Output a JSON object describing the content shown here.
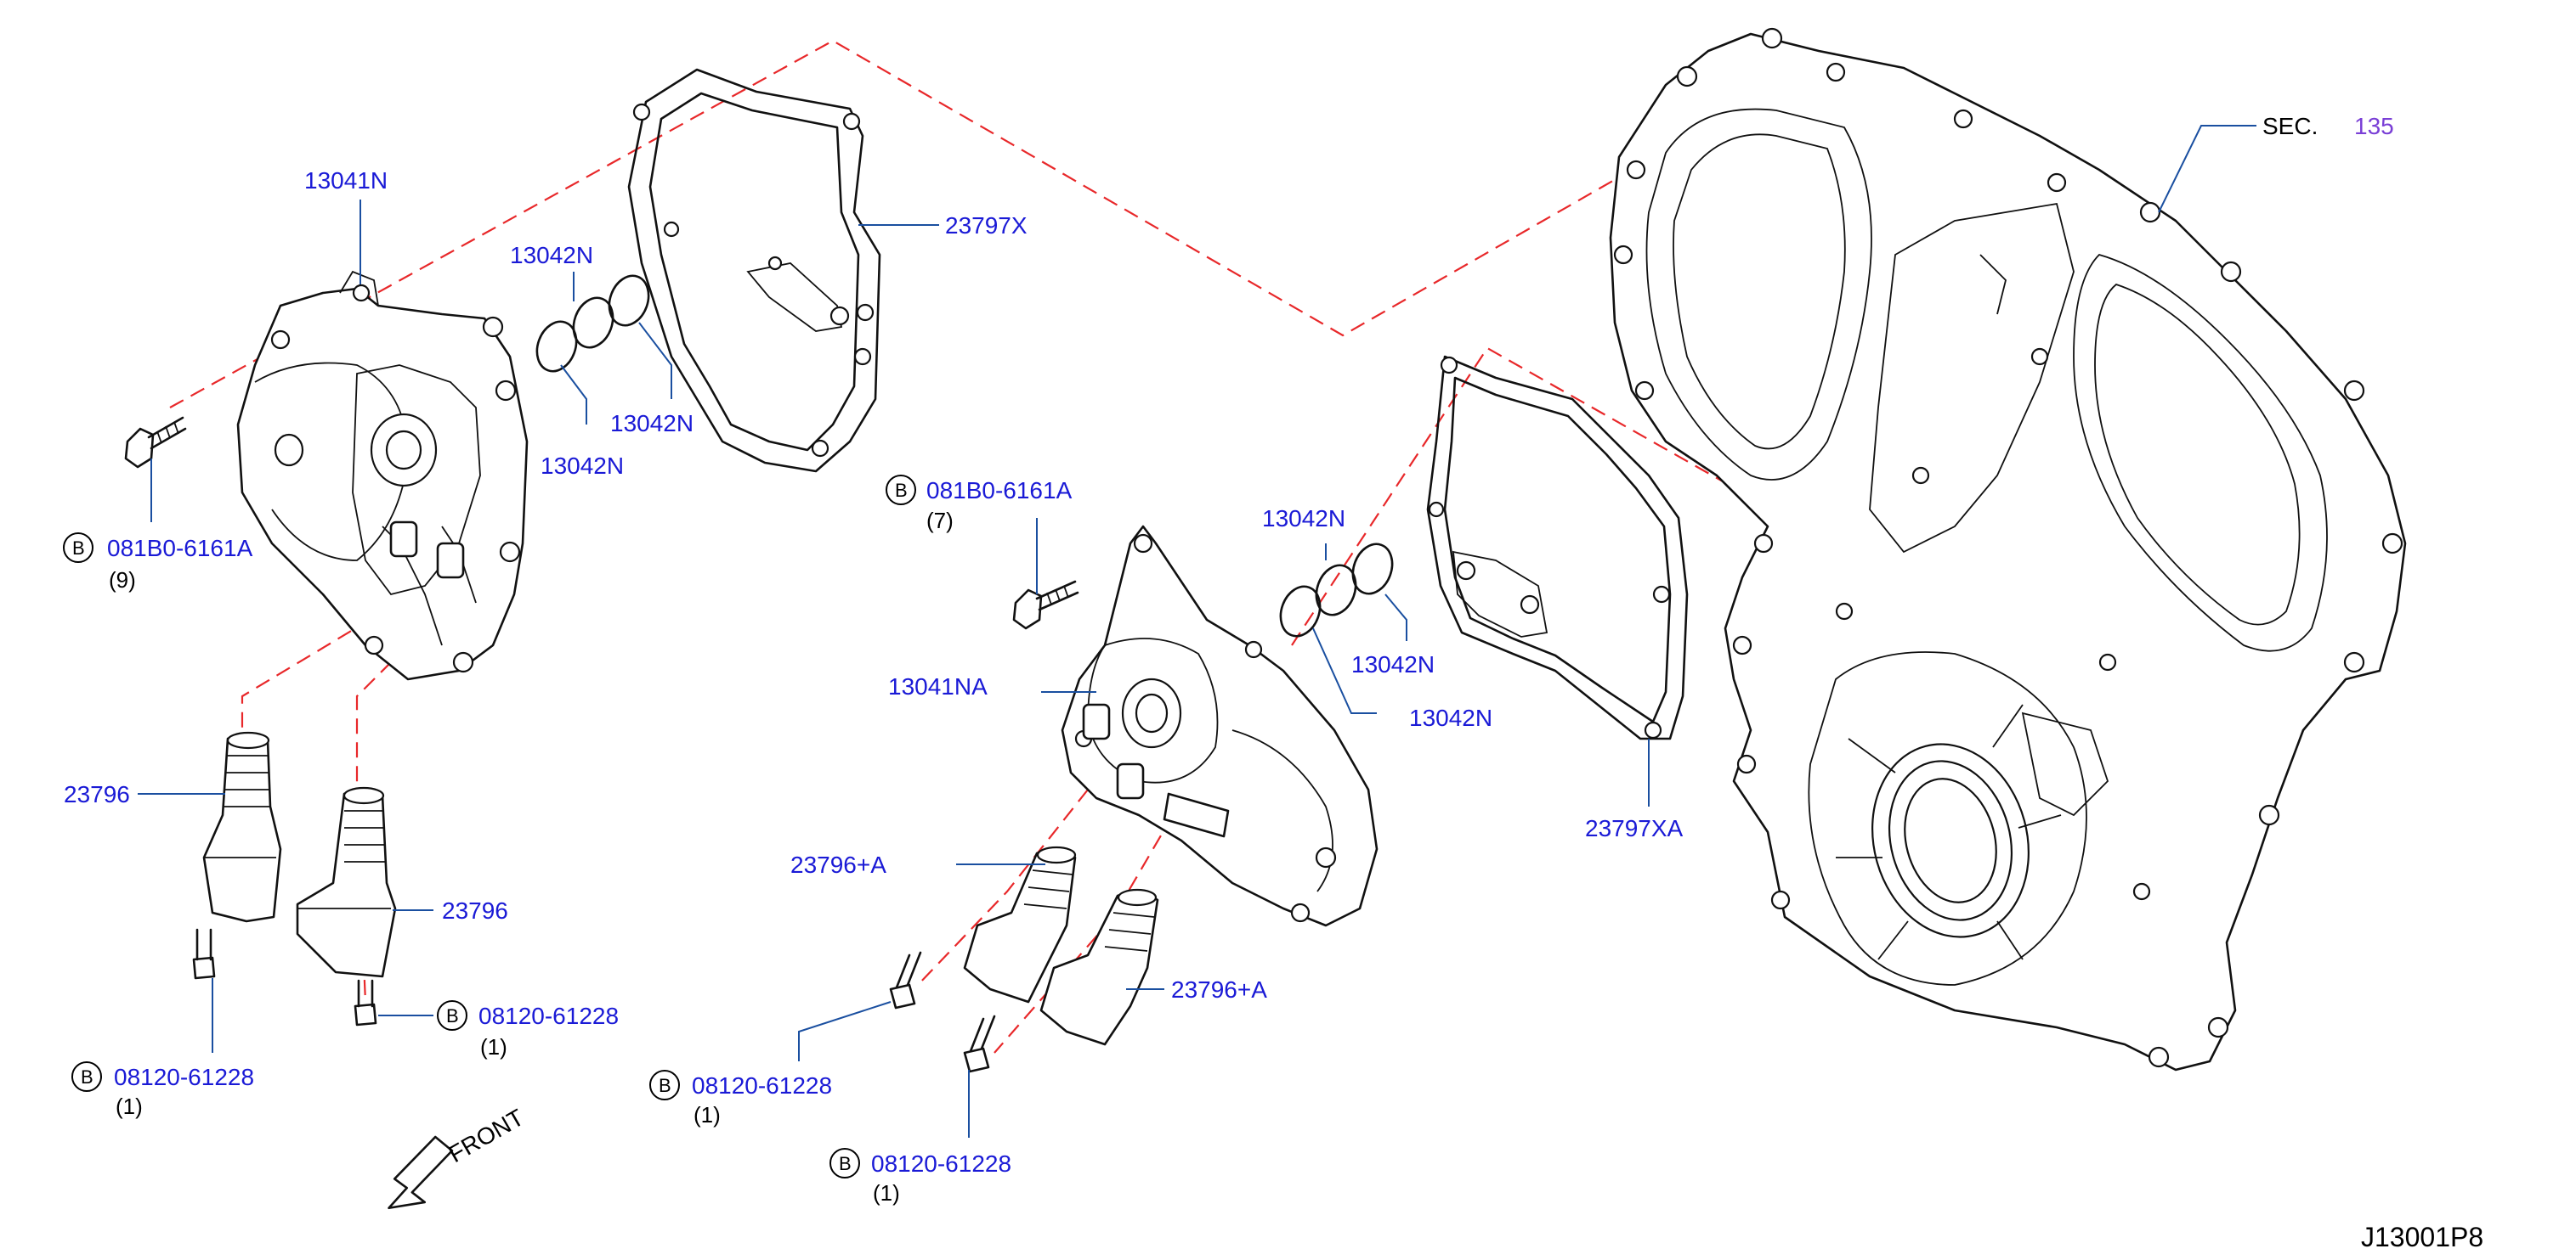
{
  "callouts": {
    "pump_left": "13041N",
    "pump_right": "13041NA",
    "oring_1": "13042N",
    "oring_2": "13042N",
    "oring_3": "13042N",
    "oring_4": "13042N",
    "oring_5": "13042N",
    "oring_6": "13042N",
    "gasket_left": "23797X",
    "gasket_right": "23797XA",
    "valve_1": "23796",
    "valve_2": "23796",
    "valve_3": "23796+A",
    "valve_4": "23796+A",
    "bolt_1": "081B0-6161A",
    "bolt_1_qty": "(9)",
    "bolt_2": "081B0-6161A",
    "bolt_2_qty": "(7)",
    "bolt_3": "08120-61228",
    "bolt_3_qty": "(1)",
    "bolt_4": "08120-61228",
    "bolt_4_qty": "(1)",
    "bolt_5": "08120-61228",
    "bolt_5_qty": "(1)",
    "bolt_6": "08120-61228",
    "bolt_6_qty": "(1)",
    "badge_letter": "B",
    "sec_prefix": "SEC.",
    "sec_number": "135",
    "front_label": "FRONT",
    "diagram_code": "J13001P8"
  }
}
